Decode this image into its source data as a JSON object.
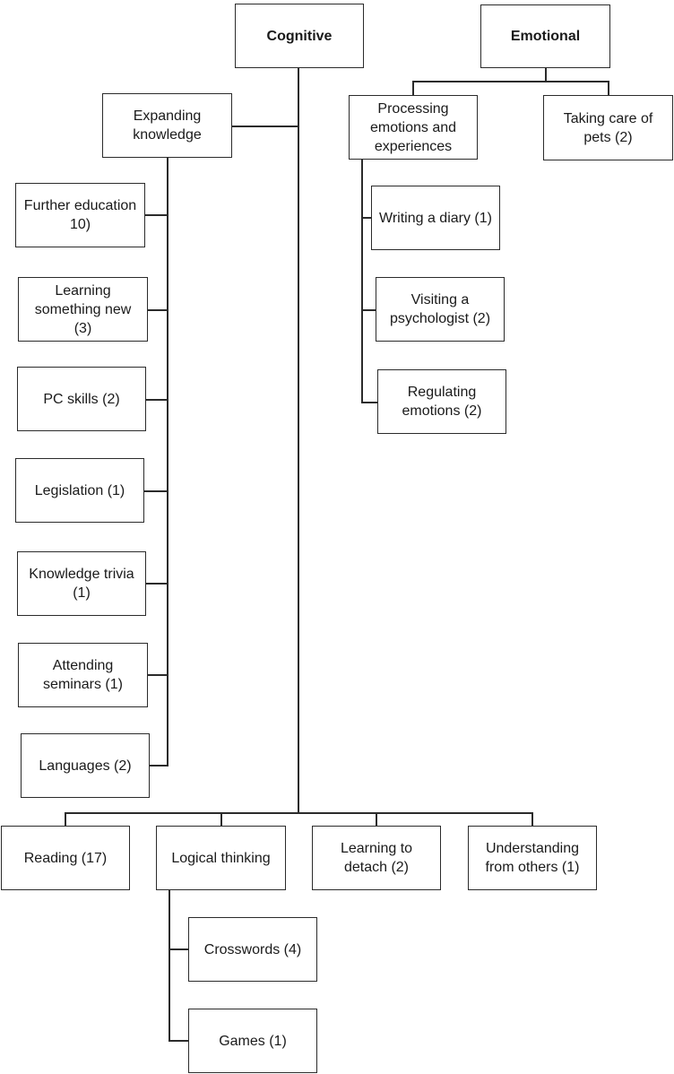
{
  "nodes": {
    "cognitive": "Cognitive",
    "emotional": "Emotional",
    "expanding_knowledge": "Expanding\nknowledge",
    "further_education": "Further education\n10)",
    "learning_something_new": "Learning\nsomething new\n(3)",
    "pc_skills": "PC skills (2)",
    "legislation": "Legislation (1)",
    "knowledge_trivia": "Knowledge trivia\n(1)",
    "attending_seminars": "Attending\nseminars (1)",
    "languages": "Languages (2)",
    "reading": "Reading (17)",
    "logical_thinking": "Logical thinking",
    "learning_to_detach": "Learning to\ndetach (2)",
    "understanding_from_others": "Understanding\nfrom others (1)",
    "crosswords": "Crosswords (4)",
    "games": "Games (1)",
    "processing_emotions": "Processing\nemotions and\nexperiences",
    "taking_care_of_pets": "Taking care of\npets (2)",
    "writing_a_diary": "Writing a diary (1)",
    "visiting_a_psychologist": "Visiting a\npsychologist (2)",
    "regulating_emotions": "Regulating\nemotions (2)"
  }
}
